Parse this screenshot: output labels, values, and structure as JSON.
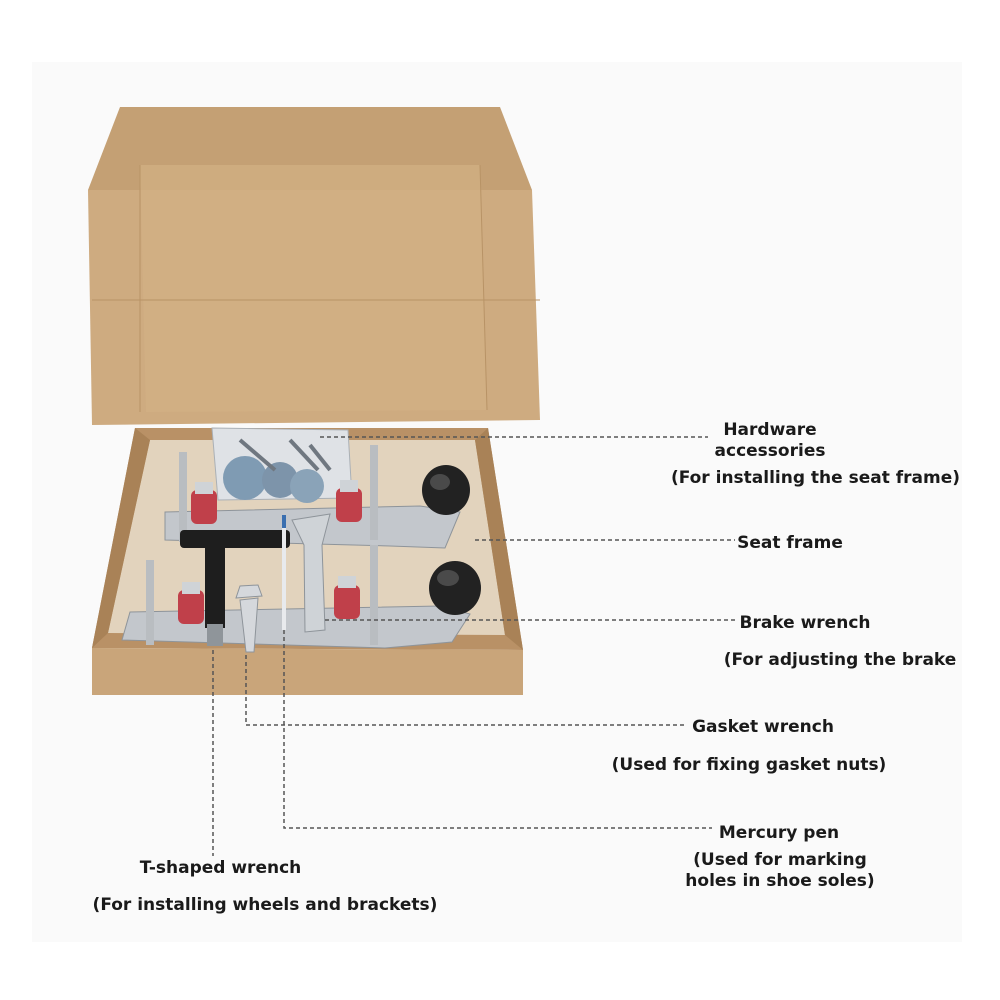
{
  "labels": {
    "hardware": {
      "title": "Hardware\naccessories",
      "note": "(For installing the seat frame)"
    },
    "seat_frame": {
      "title": "Seat frame"
    },
    "brake_wrench": {
      "title": "Brake wrench",
      "note": "(For adjusting the brake"
    },
    "gasket_wrench": {
      "title": "Gasket wrench",
      "note": "(Used for fixing gasket nuts)"
    },
    "mercury_pen": {
      "title": "Mercury pen",
      "note": "(Used for marking\nholes in shoe soles)"
    },
    "t_wrench": {
      "title": "T-shaped wrench",
      "note": "(For installing wheels and brackets)"
    }
  },
  "colors": {
    "cardboard": "#c9a57a",
    "cardboard_dark": "#b08a5e",
    "metal": "#c8ccd0",
    "rubber": "#222222",
    "cushion": "#c0404a",
    "leader": "#555555"
  }
}
